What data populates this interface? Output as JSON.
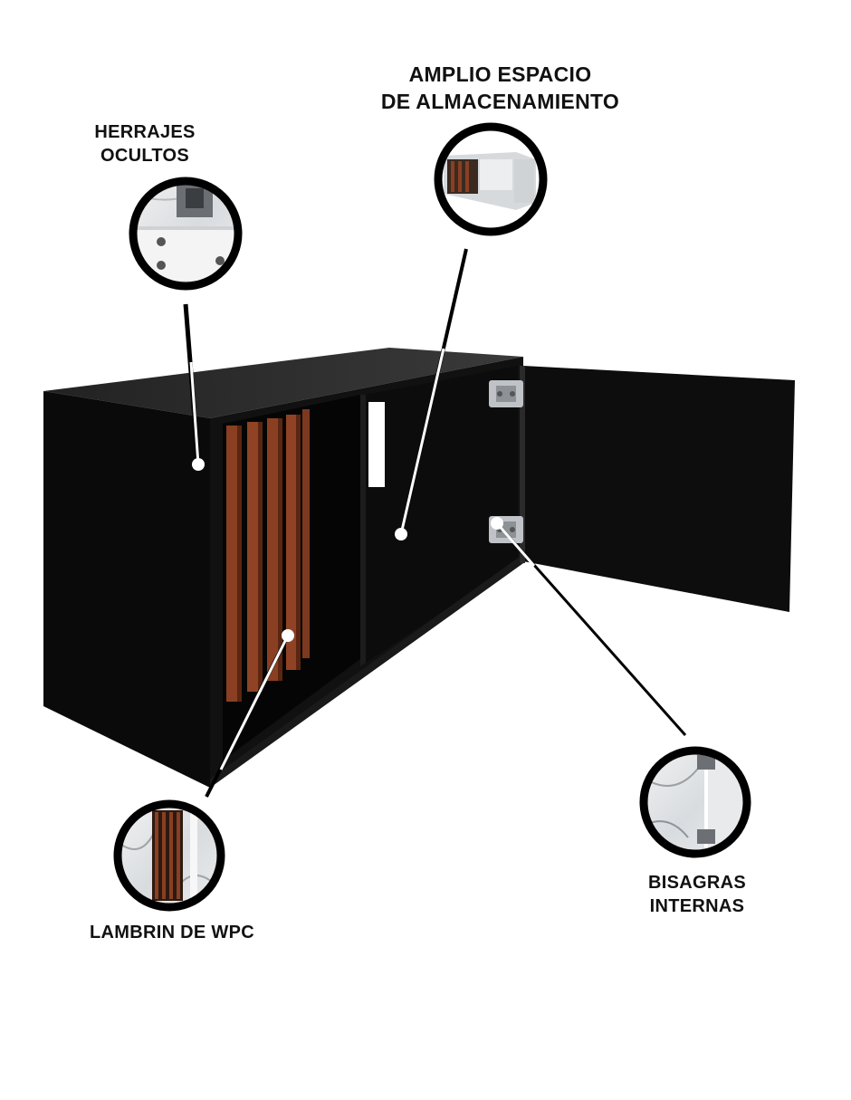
{
  "callouts": {
    "storage": {
      "line1": "AMPLIO ESPACIO",
      "line2": "DE ALMACENAMIENTO"
    },
    "hardware": {
      "line1": "HERRAJES",
      "line2": "OCULTOS"
    },
    "hinges": {
      "line1": "BISAGRAS",
      "line2": "INTERNAS"
    },
    "panel": {
      "line1": "LAMBRIN DE WPC"
    }
  },
  "colors": {
    "cabinet": "#0b0b0b",
    "cabinet_top": "#2a2a2a",
    "slat": "#8a3f22",
    "slat_dark": "#5a2611",
    "marble": "#e6e8ea",
    "ring": "#000000",
    "leader": "#000000"
  },
  "icons": [
    "hidden-hardware-icon",
    "storage-icon",
    "hinge-icon",
    "wpc-panel-icon"
  ]
}
